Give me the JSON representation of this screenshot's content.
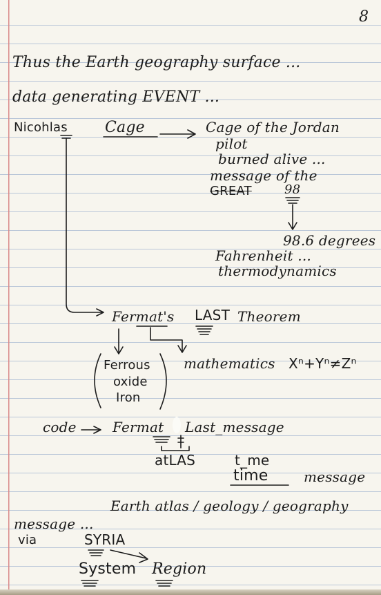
{
  "page_number": "8",
  "lines": {
    "l1": "Thus the Earth geography surface ...",
    "l2": "data generating EVENT ...",
    "nicholas": "Nicohlas",
    "cage": "Cage",
    "cage_of": "Cage of the Jordan",
    "pilot": "pilot",
    "burned": "burned alive ...",
    "message_of": "message of the",
    "great": "GREAT",
    "ninety_eight": "98",
    "degrees": "98.6 degrees",
    "fahrenheit": "Fahrenheit ...",
    "thermo": "thermodynamics",
    "fermats": "Fermat's",
    "last": "LAST",
    "theorem": "Theorem",
    "ferrous": "Ferrous",
    "oxide": "oxide",
    "iron": "Iron",
    "mathematics": "mathematics",
    "equation": "Xⁿ+Yⁿ≠Zⁿ",
    "code": "code",
    "fermat": "Fermat",
    "last_message": "Last_message",
    "atlas": "atLAS",
    "t_me": "t_me",
    "time": "time",
    "message_tail": "message",
    "earth_atlas": "Earth atlas / geology / geography",
    "message_dots": "message ...",
    "via": "via",
    "syria": "SYRIA",
    "system": "System",
    "region": "Region"
  }
}
